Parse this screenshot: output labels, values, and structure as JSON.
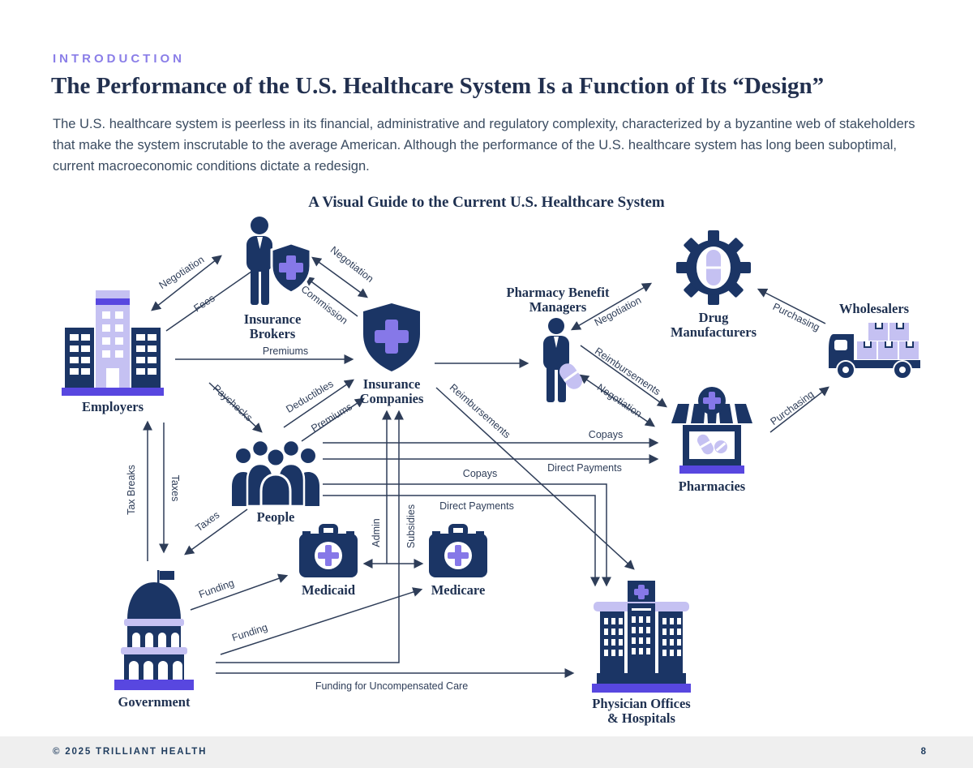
{
  "page": {
    "eyebrow": "INTRODUCTION",
    "title": "The Performance of the U.S. Healthcare System Is a Function of Its “Design”",
    "intro": "The U.S. healthcare system is peerless in its financial, administrative and regulatory complexity, characterized by a byzantine web of stakeholders that make the system inscrutable to the average American. Although the performance of the U.S. healthcare system has long been suboptimal, current macroeconomic conditions dictate a redesign.",
    "footer": {
      "copyright": "© 2025 TRILLIANT HEALTH",
      "page_number": "8"
    }
  },
  "diagram": {
    "title": "A Visual Guide to the Current U.S. Healthcare System",
    "nodes": {
      "employers": {
        "label": "Employers"
      },
      "insurance_brokers": {
        "label": "Insurance Brokers"
      },
      "insurance_companies": {
        "label": "Insurance Companies"
      },
      "pbm": {
        "label": "Pharmacy Benefit Managers"
      },
      "drug_manufacturers": {
        "label": "Drug Manufacturers"
      },
      "wholesalers": {
        "label": "Wholesalers"
      },
      "pharmacies": {
        "label": "Pharmacies"
      },
      "people": {
        "label": "People"
      },
      "medicaid": {
        "label": "Medicaid"
      },
      "medicare": {
        "label": "Medicare"
      },
      "government": {
        "label": "Government"
      },
      "hospitals": {
        "label": "Physician Offices & Hospitals"
      }
    },
    "edges": {
      "negotiation_employers_brokers": "Negotiation",
      "fees": "Fees",
      "negotiation_brokers_insurers": "Negotiation",
      "commission": "Commission",
      "premiums_employers": "Premiums",
      "paychecks": "Paychecks",
      "deductibles": "Deductibles",
      "premiums_people": "Premiums",
      "negotiation_pbm_manufacturers": "Negotiation",
      "purchasing_wholesalers": "Purchasing",
      "purchasing_pharmacies": "Purchasing",
      "reimbursements_pbm": "Reimbursements",
      "negotiation_pbm_pharmacies": "Negotiation",
      "copays_pharmacies": "Copays",
      "direct_payments_pharmacies": "Direct Payments",
      "copays_hospitals": "Copays",
      "direct_payments_hospitals": "Direct Payments",
      "reimbursements_hospitals": "Reimbursements",
      "tax_breaks": "Tax Breaks",
      "taxes_employers": "Taxes",
      "taxes_people": "Taxes",
      "funding_medicaid": "Funding",
      "funding_medicare": "Funding",
      "admin": "Admin",
      "subsidies": "Subsidies",
      "funding_uncompensated": "Funding for Uncompensated Care"
    },
    "colors": {
      "navy": "#1b3565",
      "violet": "#5847e0",
      "lavender": "#c5c1f2",
      "purple": "#8678e8",
      "accent": "#8a7ee8",
      "ink": "#2e3d58"
    }
  }
}
